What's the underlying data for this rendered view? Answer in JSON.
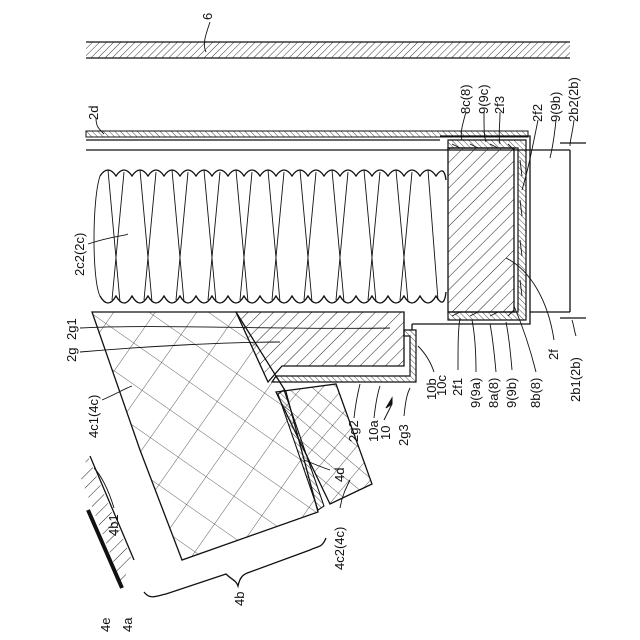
{
  "labels": {
    "l6": "6",
    "l2d": "2d",
    "l8c": "8c(8)",
    "l9c": "9(9c)",
    "l2f3": "2f3",
    "l2f2": "2f2",
    "l9b_top": "9(9b)",
    "l2b2": "2b2(2b)",
    "l2c2": "2c2(2c)",
    "l2g1": "2g1",
    "l2g": "2g",
    "l4c1": "4c1(4c)",
    "l4b1": "4b1",
    "l4e": "4e",
    "l4a": "4a",
    "l4b": "4b",
    "l4c2": "4c2(4c)",
    "l4d": "4d",
    "l2g2": "2g2",
    "l10a": "10a",
    "l10": "10",
    "l2g3": "2g3",
    "l10b": "10b",
    "l10c": "10c",
    "l2f1": "2f1",
    "l9a": "9(9a)",
    "l8a": "8a(8)",
    "l9b_bot": "9(9b)",
    "l8b": "8b(8)",
    "l2f": "2f",
    "l2b1": "2b1(2b)"
  }
}
